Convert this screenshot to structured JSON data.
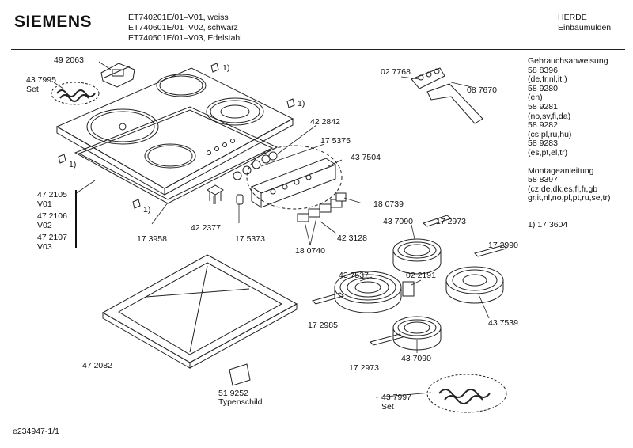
{
  "header": {
    "brand": "SIEMENS",
    "models": [
      "ET740201E/01–V01, weiss",
      "ET740601E/01–V02, schwarz",
      "ET740501E/01–V03, Edelstahl"
    ],
    "category": [
      "HERDE",
      "Einbaumulden"
    ]
  },
  "sidebar": {
    "blocks": [
      [
        "Gebrauchsanweisung",
        "58 8396",
        "(de,fr,nl,it,)",
        "58 9280",
        "(en)",
        "58 9281",
        "(no,sv,fi,da)",
        "58 9282",
        "(cs,pl,ru,hu)",
        "58 9283",
        "(es,pt,el,tr)"
      ],
      [
        "Montageanleitung",
        "58 8397",
        "(cz,de,dk,es,fi,fr,gb",
        "gr,it,nl,no,pl,pt,ru,se,tr)"
      ],
      [
        "1)  17 3604"
      ]
    ]
  },
  "footer": {
    "doc_id": "e234947-1/1"
  },
  "parts": {
    "p492063": "49 2063",
    "p437995": "43 7995",
    "set1": "Set",
    "fn1": "1)",
    "fn2": "1)",
    "fn3": "1)",
    "fn4": "1)",
    "p422842": "42 2842",
    "p175375": "17 5375",
    "p437504": "43 7504",
    "p180739": "18 0739",
    "p422377": "42 2377",
    "p175373": "17 5373",
    "p173958": "17 3958",
    "p423128": "42 3128",
    "p180740": "18 0740",
    "p472105": "47 2105",
    "v01": "V01",
    "p472106": "47 2106",
    "v02": "V02",
    "p472107": "47 2107",
    "v03": "V03",
    "p027768": "02 7768",
    "p087670": "08 7670",
    "p437090a": "43 7090",
    "p172973a": "17 2973",
    "p172990": "17 2990",
    "p437537": "43 7537",
    "p022191": "02 2191",
    "p437539": "43 7539",
    "p172985": "17 2985",
    "p437090b": "43 7090",
    "p172973b": "17 2973",
    "p472082": "47 2082",
    "p519252": "51 9252",
    "typenschild": "Typenschild",
    "p437997": "43 7997",
    "set2": "Set"
  }
}
